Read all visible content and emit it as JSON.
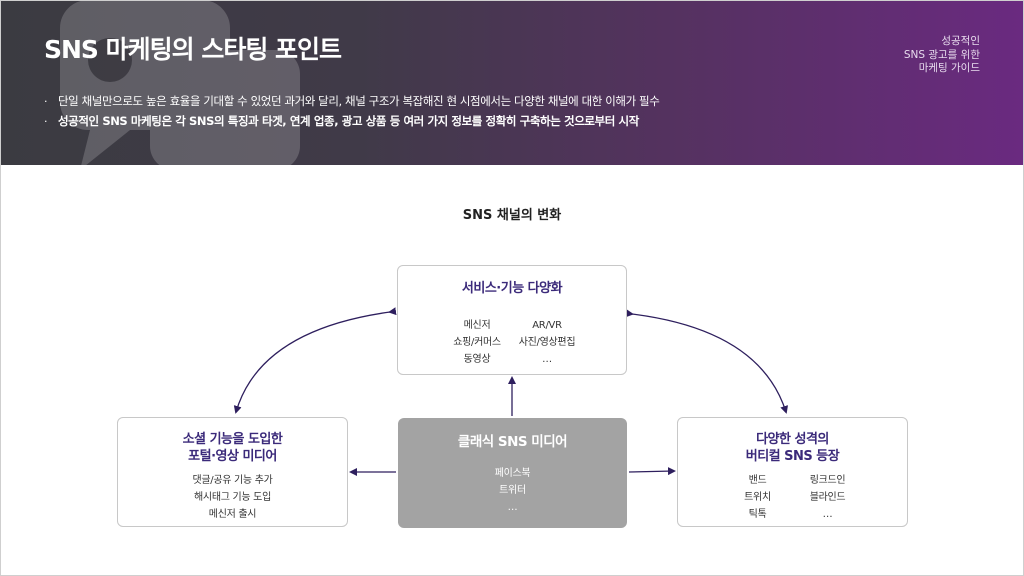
{
  "header": {
    "title": "SNS 마케팅의 스타팅 포인트",
    "side_lines": [
      "성공적인",
      "SNS 광고를 위한",
      "마케팅 가이드"
    ],
    "bullets": [
      {
        "text": "단일 채널만으로도 높은 효율을 기대할 수 있었던 과거와 달리, 채널 구조가 복잡해진 현 시점에서는 다양한 채널에 대한 이해가 필수",
        "bold": false
      },
      {
        "text": "성공적인 SNS 마케팅은 각 SNS의 특징과 타겟, 연계 업종, 광고 상품 등 여러 가지 정보를 정확히 구축하는 것으로부터 시작",
        "bold": true
      }
    ],
    "bullet_marker": "·"
  },
  "diagram": {
    "title": "SNS 채널의 변화",
    "top_box": {
      "title": "서비스·기능 다양화",
      "items": [
        "메신저",
        "AR/VR",
        "쇼핑/커머스",
        "사진/영상편집",
        "동영상",
        "…"
      ]
    },
    "left_box": {
      "title_lines": [
        "소셜 기능을 도입한",
        "포털·영상 미디어"
      ],
      "items": [
        "댓글/공유 기능 추가",
        "해시태그 기능 도입",
        "메신저 출시"
      ]
    },
    "center_box": {
      "title": "클래식 SNS 미디어",
      "items": [
        "페이스북",
        "트위터",
        "…"
      ]
    },
    "right_box": {
      "title_lines": [
        "다양한 성격의",
        "버티컬 SNS 등장"
      ],
      "items": [
        "밴드",
        "링크드인",
        "트위치",
        "블라인드",
        "틱톡",
        "…"
      ]
    }
  },
  "colors": {
    "header_start": "#3b3b41",
    "header_end": "#6a2a80",
    "accent": "#3b2a7a",
    "arrow": "#2e1f5e",
    "center_box": "#a3a3a3"
  },
  "icons": [
    "chat-bubble-icon"
  ]
}
